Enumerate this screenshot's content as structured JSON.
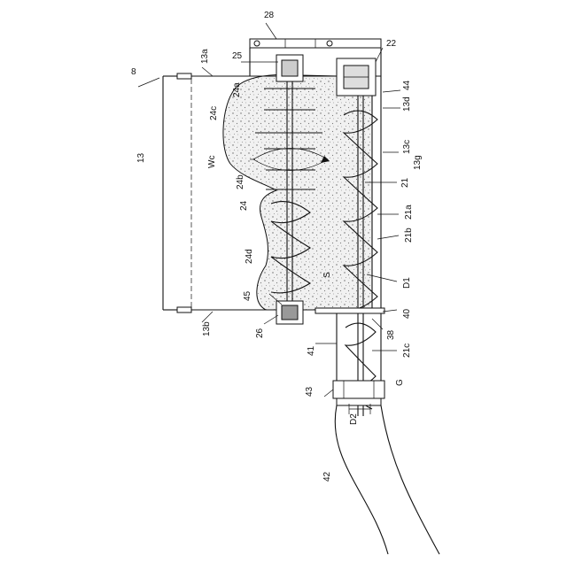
{
  "figure": {
    "labels": {
      "l8": "8",
      "l13": "13",
      "l13a": "13a",
      "l13b": "13b",
      "l13c": "13c",
      "l13d": "13d",
      "l13g": "13g",
      "l21": "21",
      "l21a": "21a",
      "l21b": "21b",
      "l21c": "21c",
      "l22": "22",
      "l24": "24",
      "l24a": "24a",
      "l24b": "24b",
      "l24c": "24c",
      "l24d": "24d",
      "l25": "25",
      "l26": "26",
      "l28": "28",
      "l38": "38",
      "l40": "40",
      "l41": "41",
      "l42": "42",
      "l43": "43",
      "l44": "44",
      "l45": "45",
      "lWc": "Wc",
      "lS": "S",
      "lD1": "D1",
      "lD2": "D2",
      "lG": "G"
    }
  }
}
